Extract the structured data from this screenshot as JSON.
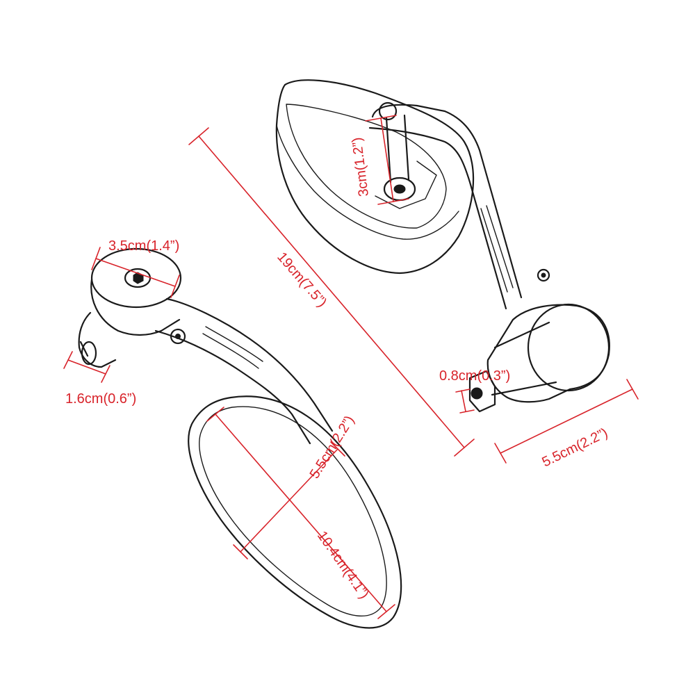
{
  "colors": {
    "line_art": "#1a1a1a",
    "dimension": "#d8232a",
    "background": "#ffffff"
  },
  "dimensions": {
    "stem_length": "3cm(1.2”)",
    "total_length": "19cm(7.5”)",
    "cap_diameter": "3.5cm(1.4”)",
    "plug_length": "1.6cm(0.6”)",
    "nut_width": "0.8cm(0.3”)",
    "body_width": "5.5cm(2.2”)",
    "mirror_height": "5.5cm(2.2”)",
    "mirror_width": "10.4cm(4.1”)"
  }
}
